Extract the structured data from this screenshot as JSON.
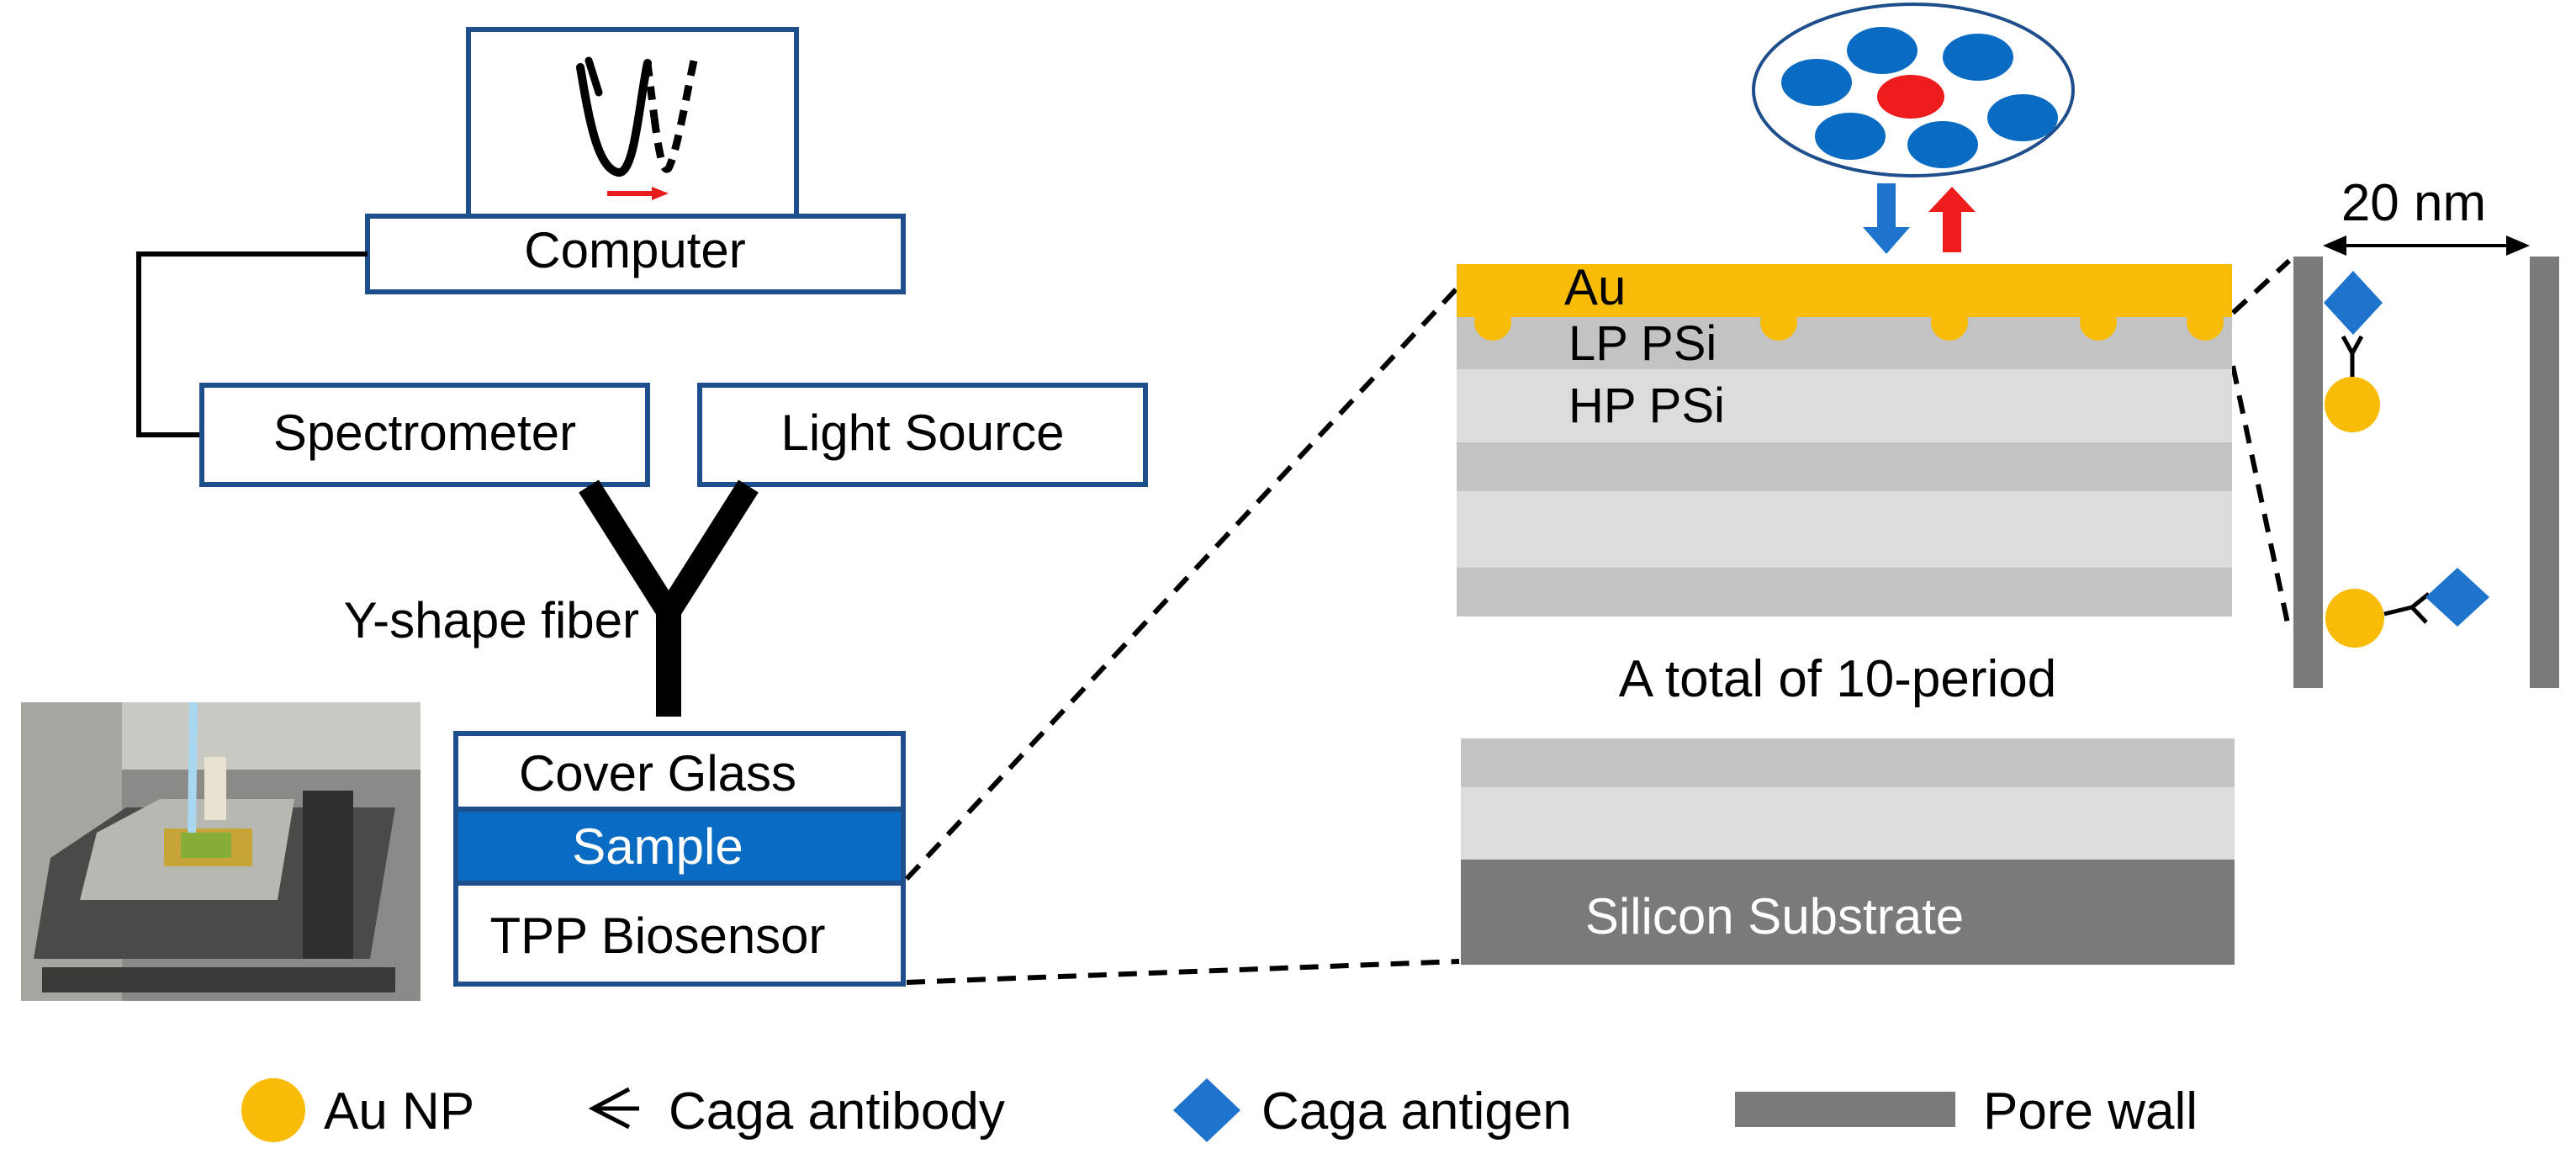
{
  "setup": {
    "computer": "Computer",
    "spectrometer": "Spectrometer",
    "light_source": "Light Source",
    "fiber": "Y-shape fiber",
    "cover_glass": "Cover Glass",
    "sample": "Sample",
    "biosensor": "TPP Biosensor"
  },
  "stack": {
    "au": "Au",
    "lp_psi": "LP PSi",
    "hp_psi": "HP PSi",
    "period_note": "A total of 10-period",
    "substrate": "Silicon Substrate"
  },
  "pore": {
    "scale": "20 nm"
  },
  "legend": {
    "au_np": "Au NP",
    "antibody": "Caga antibody",
    "antigen": "Caga antigen",
    "pore_wall": "Pore wall"
  },
  "colors": {
    "frame_blue": "#1f4e8c",
    "sample_blue": "#0a6bc2",
    "gold": "#f9bc06",
    "antigen_blue": "#1e73cc",
    "red": "#ee1c1c",
    "lp_gray": "#c3c3c3",
    "hp_gray": "#dcdcdc",
    "substrate_gray": "#7a7a7a",
    "wall_gray": "#7a7a7a"
  }
}
